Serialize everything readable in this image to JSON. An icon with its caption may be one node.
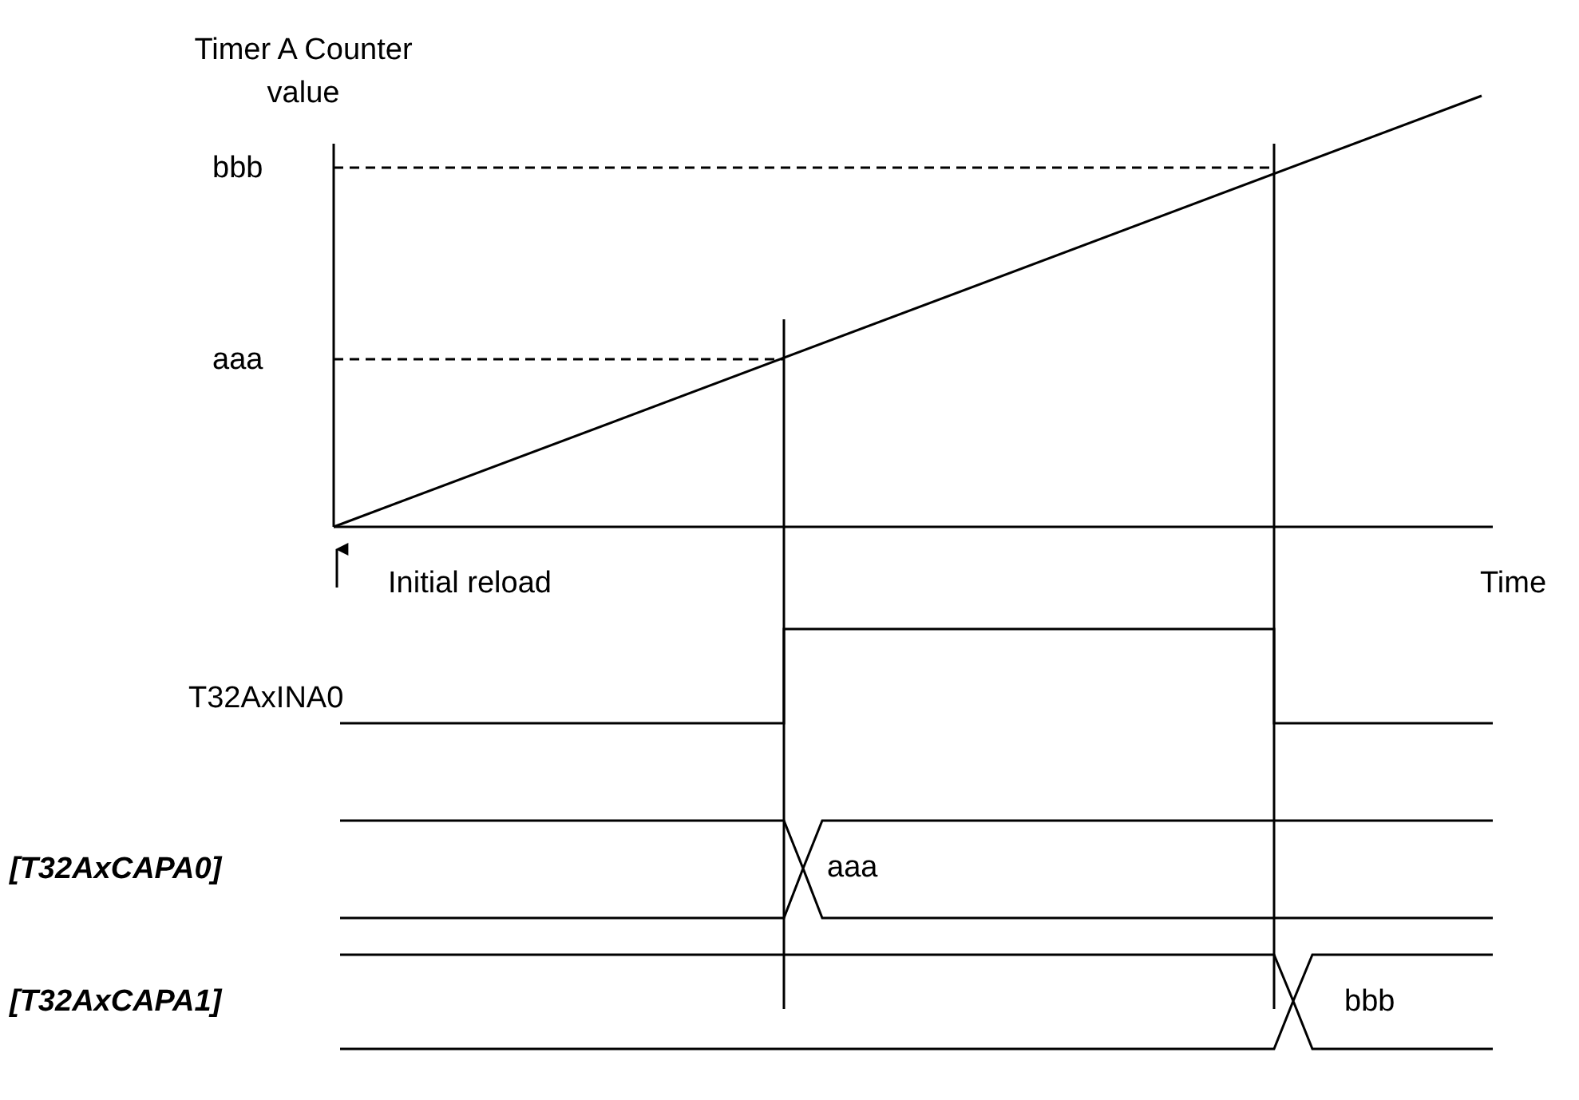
{
  "diagram": {
    "labels": [
      "Timer A Counter value",
      "bbb",
      "aaa",
      "Initial reload",
      "Time",
      "T32AxINA0",
      "[T32AxCAPA0]",
      "aaa",
      "[T32AxCAPA1]",
      "bbb"
    ]
  }
}
